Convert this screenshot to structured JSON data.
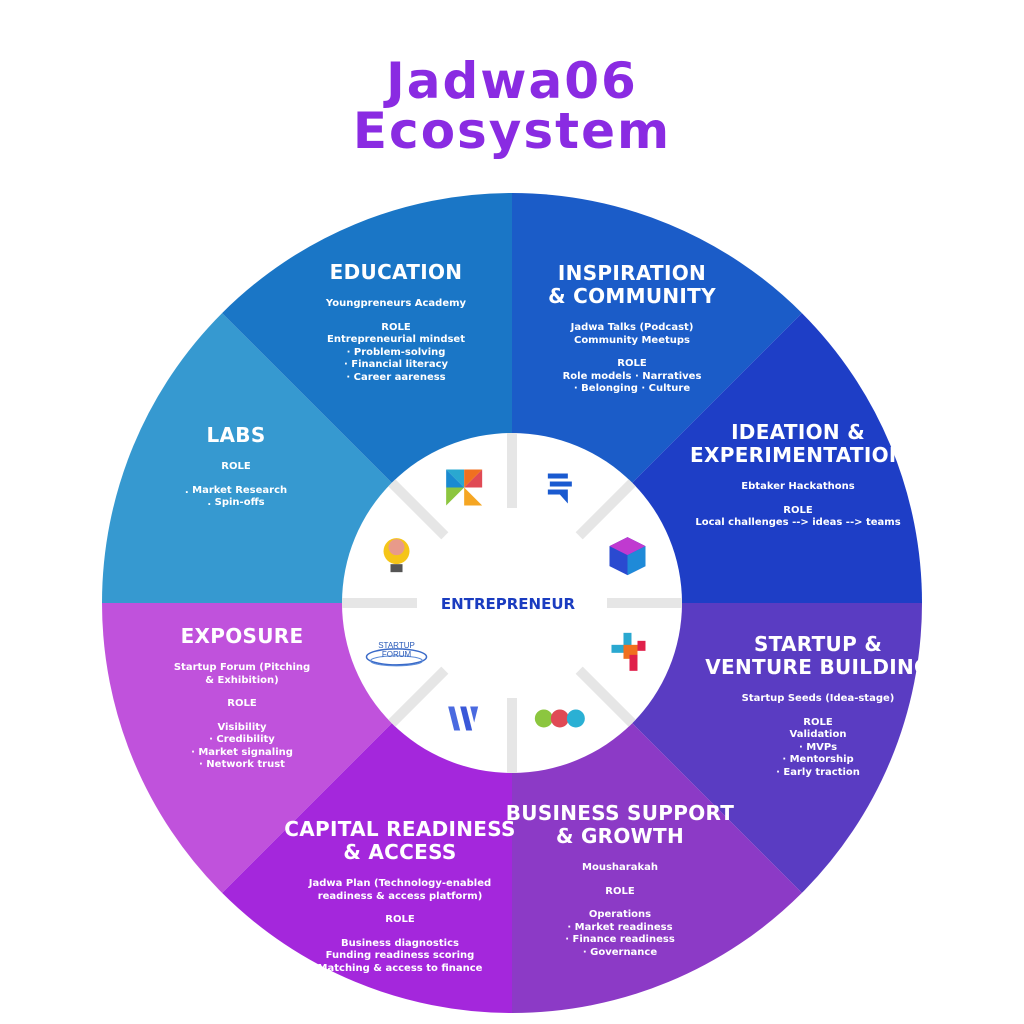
{
  "title": {
    "line1": "Jadwa06",
    "line2": "Ecosystem"
  },
  "center": {
    "label": "ENTREPRENEUR"
  },
  "sectors": [
    {
      "id": "inspiration",
      "color": "#1b5cc8",
      "title": [
        "INSPIRATION",
        "& COMMUNITY"
      ],
      "programs": [
        "Jadwa Talks (Podcast)",
        "Community Meetups"
      ],
      "role_label": "ROLE",
      "roles": [
        "Role models · Narratives",
        "· Belonging · Culture"
      ],
      "icon": "jadwa-talks-logo-icon"
    },
    {
      "id": "ideation",
      "color": "#1e3ec6",
      "title": [
        "IDEATION &",
        "EXPERIMENTATION"
      ],
      "programs": [
        "Ebtaker Hackathons"
      ],
      "role_label": "ROLE",
      "roles": [
        "Local challenges --> ideas --> teams"
      ],
      "icon": "puzzle-cube-icon"
    },
    {
      "id": "startup",
      "color": "#5a3cc2",
      "title": [
        "STARTUP &",
        "VENTURE BUILDING"
      ],
      "programs": [
        "Startup Seeds (Idea-stage)"
      ],
      "role_label": "ROLE",
      "roles": [
        "Validation",
        "· MVPs",
        "· Mentorship",
        "· Early traction"
      ],
      "icon": "startup-seeds-logo-icon"
    },
    {
      "id": "business",
      "color": "#8c3ac6",
      "title": [
        "BUSINESS SUPPORT",
        "& GROWTH"
      ],
      "programs": [
        "Mousharakah"
      ],
      "role_label": "ROLE",
      "roles": [
        "Operations",
        "· Market readiness",
        "· Finance readiness",
        "· Governance"
      ],
      "icon": "mousharakah-hexagons-icon"
    },
    {
      "id": "capital",
      "color": "#a427dc",
      "title": [
        "CAPITAL READINESS",
        "& ACCESS"
      ],
      "programs": [
        "Jadwa Plan (Technology-enabled",
        "readiness & access platform)"
      ],
      "role_label": "ROLE",
      "roles": [
        "Business diagnostics",
        "Funding readiness scoring",
        "Matching & access to finance"
      ],
      "icon": "jadwa-plan-logo-icon"
    },
    {
      "id": "exposure",
      "color": "#c052dc",
      "title": [
        "EXPOSURE"
      ],
      "programs": [
        "Startup Forum (Pitching",
        "& Exhibition)"
      ],
      "role_label": "ROLE",
      "roles": [
        "Visibility",
        "· Credibility",
        "· Market signaling",
        "· Network trust"
      ],
      "icon": "startup-forum-logo-icon",
      "icon_text": [
        "STARTUP",
        "FORUM"
      ]
    },
    {
      "id": "labs",
      "color": "#3699d0",
      "title": [
        "LABS"
      ],
      "programs": [],
      "role_label": "ROLE",
      "roles": [
        ". Market Research",
        ". Spin-offs"
      ],
      "icon": "lightbulb-brain-icon"
    },
    {
      "id": "education",
      "color": "#1a76c6",
      "title": [
        "EDUCATION"
      ],
      "programs": [
        "Youngpreneurs Academy"
      ],
      "role_label": "ROLE",
      "roles": [
        "Entrepreneurial mindset",
        "· Problem-solving",
        "· Financial literacy",
        "· Career aareness"
      ],
      "icon": "pinwheel-icon"
    }
  ]
}
